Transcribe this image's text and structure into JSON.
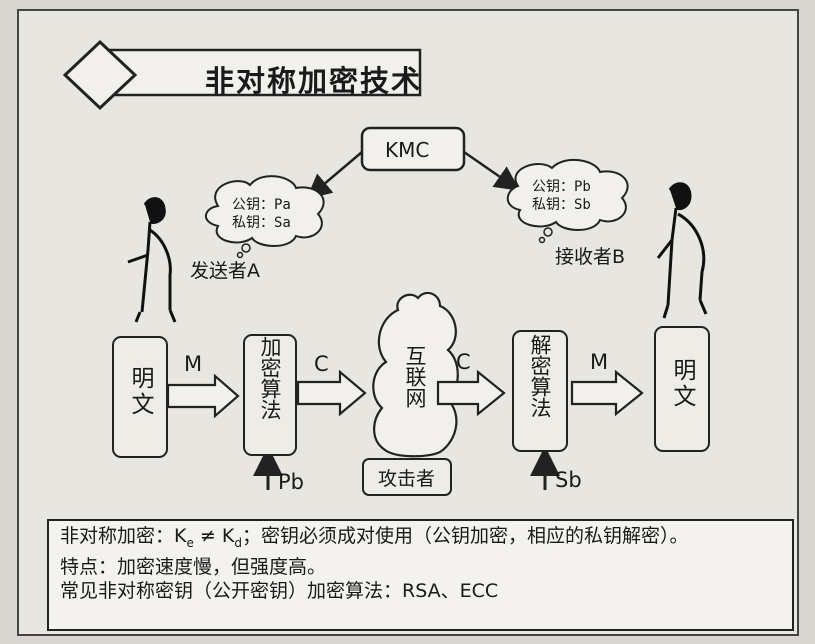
{
  "title": "非对称加密技术",
  "kmc": "KMC",
  "sender": {
    "label": "发送者A",
    "public_key": "公钥：Pa",
    "private_key": "私钥：Sa"
  },
  "receiver": {
    "label": "接收者B",
    "public_key": "公钥：Pb",
    "private_key": "私钥：Sb"
  },
  "flow": {
    "plaintext_left": "明文",
    "arrow1": "M",
    "encrypt": "加密算法",
    "key_enc": "Pb",
    "arrow2": "C",
    "internet": "互联网",
    "attacker": "攻击者",
    "arrow3": "C",
    "decrypt": "解密算法",
    "key_dec": "Sb",
    "arrow4": "M",
    "plaintext_right": "明文"
  },
  "notes": {
    "line1_prefix": "非对称加密：",
    "line1_suffix": "；密钥必须成对使用（公钥加密，相应的私钥解密）。",
    "line2": "特点：加密速度慢，但强度高。",
    "line3": "常见非对称密钥（公开密钥）加密算法：RSA、ECC"
  }
}
